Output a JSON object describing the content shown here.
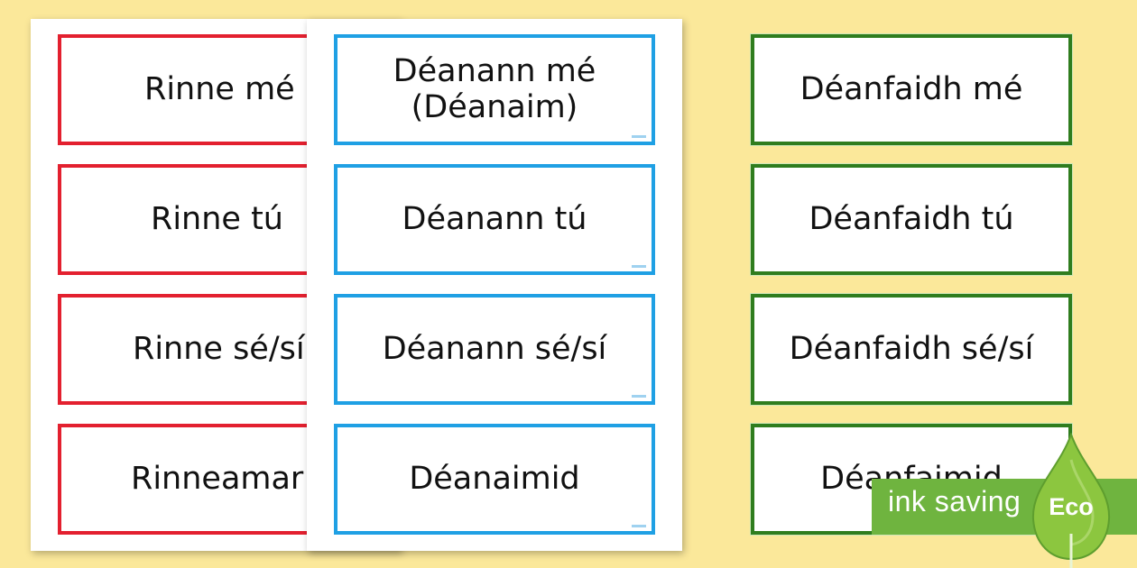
{
  "red_cards": [
    "Rinne mé",
    "Rinne tú",
    "Rinne sé/sí",
    "Rinneamar"
  ],
  "blue_cards": [
    "Déanann mé\n(Déanaim)",
    "Déanann tú",
    "Déanann sé/sí",
    "Déanaimid"
  ],
  "green_cards": [
    "Déanfaidh mé",
    "Déanfaidh tú",
    "Déanfaidh sé/sí",
    "Déanfaimid"
  ],
  "eco_badge": {
    "label": "ink saving",
    "eco": "Eco"
  },
  "colors": {
    "background": "#fbe89a",
    "red_border": "#e3202f",
    "blue_border": "#1fa0e4",
    "green_border": "#2f7d1e",
    "eco_green": "#6fb43f"
  }
}
